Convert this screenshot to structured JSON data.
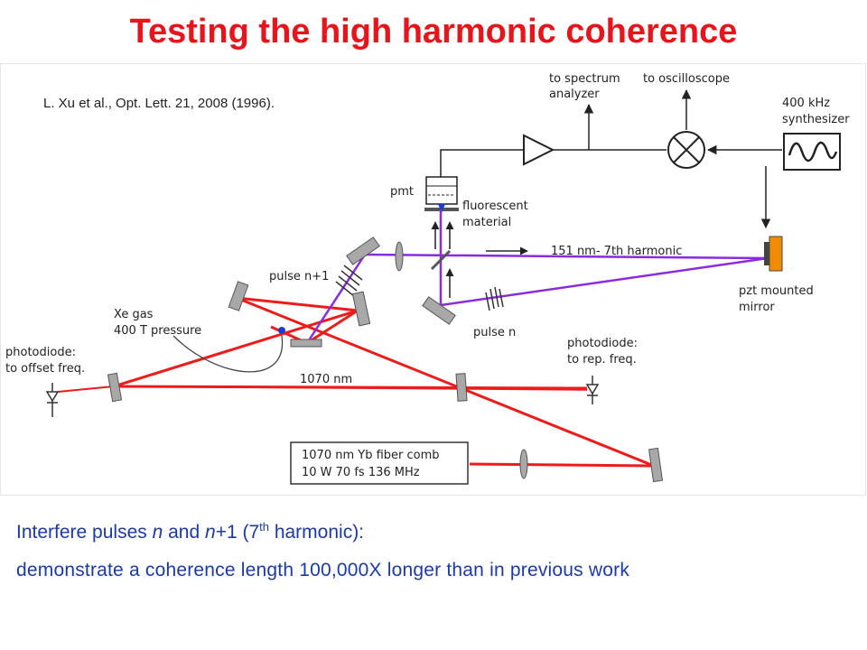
{
  "title": "Testing the high harmonic coherence",
  "diagram": {
    "citation": "L. Xu et al., Opt. Lett. 21, 2008 (1996).",
    "labels": {
      "spectrum_1": "to spectrum",
      "spectrum_2": "analyzer",
      "oscilloscope": "to oscilloscope",
      "synth_1": "400 kHz",
      "synth_2": "synthesizer",
      "pmt": "pmt",
      "fluor_1": "fluorescent",
      "fluor_2": "material",
      "harmonic": "151 nm- 7th harmonic",
      "pulse_n1": "pulse n+1",
      "pulse_n": "pulse n",
      "pzt_1": "pzt mounted",
      "pzt_2": "mirror",
      "xe_1": "Xe gas",
      "xe_2": "400 T pressure",
      "pd_left_1": "photodiode:",
      "pd_left_2": "to offset freq.",
      "pd_right_1": "photodiode:",
      "pd_right_2": "to rep. freq.",
      "wavelength": "1070 nm",
      "comb_1": "1070 nm Yb fiber comb",
      "comb_2": "10 W  70 fs  136 MHz"
    },
    "colors": {
      "ir_beam": "#ee1b1b",
      "uv_beam": "#8a2be2",
      "mirror": "#a8a8a8",
      "pzt": "#f08c00"
    }
  },
  "caption": {
    "line1": {
      "pre": "Interfere pulses ",
      "n": "n",
      "mid": " and ",
      "n2": "n",
      "post": "+1  (7",
      "sup": "th",
      "end": " harmonic):"
    },
    "line2": "demonstrate a coherence length 100,000X longer than in previous work"
  }
}
